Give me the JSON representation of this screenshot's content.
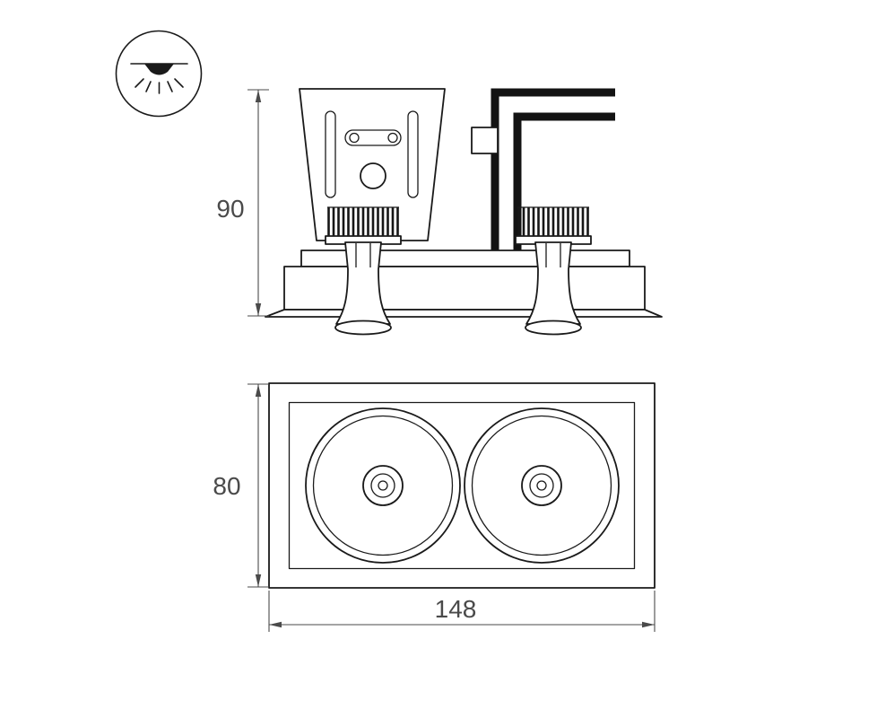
{
  "drawing": {
    "background": "#ffffff",
    "line_color": "#1a1a1a",
    "dim_color": "#4a4a4a",
    "icon": {
      "name": "recessed-downlight-icon"
    },
    "dimensions": {
      "side_height": "90",
      "front_height": "80",
      "front_width": "148"
    }
  }
}
